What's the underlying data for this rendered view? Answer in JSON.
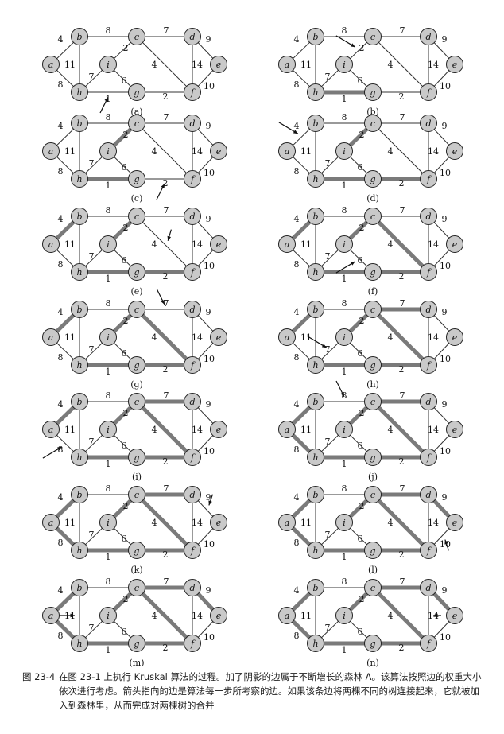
{
  "figure": {
    "nodes": [
      "a",
      "b",
      "c",
      "d",
      "e",
      "f",
      "g",
      "h",
      "i"
    ],
    "edges": [
      {
        "id": "ab",
        "from": "a",
        "to": "b",
        "weight": "4"
      },
      {
        "id": "ah",
        "from": "a",
        "to": "h",
        "weight": "8"
      },
      {
        "id": "bc",
        "from": "b",
        "to": "c",
        "weight": "8"
      },
      {
        "id": "bh",
        "from": "b",
        "to": "h",
        "weight": "11"
      },
      {
        "id": "cd",
        "from": "c",
        "to": "d",
        "weight": "7"
      },
      {
        "id": "ci",
        "from": "c",
        "to": "i",
        "weight": "2"
      },
      {
        "id": "cf",
        "from": "c",
        "to": "f",
        "weight": "4"
      },
      {
        "id": "de",
        "from": "d",
        "to": "e",
        "weight": "9"
      },
      {
        "id": "df",
        "from": "d",
        "to": "f",
        "weight": "14"
      },
      {
        "id": "ef",
        "from": "e",
        "to": "f",
        "weight": "10"
      },
      {
        "id": "fg",
        "from": "f",
        "to": "g",
        "weight": "2"
      },
      {
        "id": "gh",
        "from": "g",
        "to": "h",
        "weight": "1"
      },
      {
        "id": "gi",
        "from": "g",
        "to": "i",
        "weight": "6"
      },
      {
        "id": "hi",
        "from": "h",
        "to": "i",
        "weight": "7"
      }
    ],
    "panels": [
      {
        "label": "(a)",
        "highlighted": [],
        "arrow": "gh"
      },
      {
        "label": "(b)",
        "highlighted": [
          "gh"
        ],
        "arrow": "ci"
      },
      {
        "label": "(c)",
        "highlighted": [
          "gh",
          "ci"
        ],
        "arrow": "fg"
      },
      {
        "label": "(d)",
        "highlighted": [
          "gh",
          "ci",
          "fg"
        ],
        "arrow": "ab"
      },
      {
        "label": "(e)",
        "highlighted": [
          "gh",
          "ci",
          "fg",
          "ab"
        ],
        "arrow": "cf"
      },
      {
        "label": "(f)",
        "highlighted": [
          "gh",
          "ci",
          "fg",
          "ab",
          "cf"
        ],
        "arrow": "gi"
      },
      {
        "label": "(g)",
        "highlighted": [
          "gh",
          "ci",
          "fg",
          "ab",
          "cf"
        ],
        "arrow": "cd"
      },
      {
        "label": "(h)",
        "highlighted": [
          "gh",
          "ci",
          "fg",
          "ab",
          "cf",
          "cd"
        ],
        "arrow": "hi"
      },
      {
        "label": "(i)",
        "highlighted": [
          "gh",
          "ci",
          "fg",
          "ab",
          "cf",
          "cd"
        ],
        "arrow": "ah"
      },
      {
        "label": "(j)",
        "highlighted": [
          "gh",
          "ci",
          "fg",
          "ab",
          "cf",
          "cd",
          "ah"
        ],
        "arrow": "bc"
      },
      {
        "label": "(k)",
        "highlighted": [
          "gh",
          "ci",
          "fg",
          "ab",
          "cf",
          "cd",
          "ah"
        ],
        "arrow": "de"
      },
      {
        "label": "(l)",
        "highlighted": [
          "gh",
          "ci",
          "fg",
          "ab",
          "cf",
          "cd",
          "ah",
          "de"
        ],
        "arrow": "ef"
      },
      {
        "label": "(m)",
        "highlighted": [
          "gh",
          "ci",
          "fg",
          "ab",
          "cf",
          "cd",
          "ah",
          "de"
        ],
        "arrow": "bh"
      },
      {
        "label": "(n)",
        "highlighted": [
          "gh",
          "ci",
          "fg",
          "ab",
          "cf",
          "cd",
          "ah",
          "de"
        ],
        "arrow": "df"
      }
    ]
  },
  "caption": {
    "label": "图 23-4",
    "text": "在图 23-1 上执行 Kruskal 算法的过程。加了阴影的边属于不断增长的森林 A。该算法按照边的权重大小依次进行考虑。箭头指向的边是算法每一步所考察的边。如果该条边将两棵不同的树连接起来，它就被加入到森林里，从而完成对两棵树的合并"
  },
  "colors": {
    "node_fill": "#c9c9c9",
    "edge": "#333333",
    "highlight_edge": "#7a7a7a"
  }
}
